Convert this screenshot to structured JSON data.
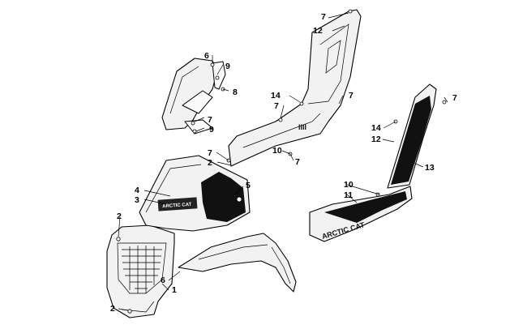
{
  "callouts": {
    "c1": "7",
    "c2": "12",
    "c3": "6",
    "c4": "9",
    "c5": "8",
    "c6": "7",
    "c7": "9",
    "c8": "14",
    "c9": "7",
    "c10": "7",
    "c11": "7",
    "c12": "7",
    "c13": "2",
    "c14": "10",
    "c15": "7",
    "c16": "7",
    "c17": "14",
    "c18": "12",
    "c19": "13",
    "c20": "4",
    "c21": "3",
    "c22": "5",
    "c23": "10",
    "c24": "11",
    "c25": "2",
    "c26": "6",
    "c27": "1",
    "c28": "2"
  },
  "decals": {
    "hood_brand": "ARCTIC CAT",
    "panel_brand": "ARCTIC CAT"
  }
}
